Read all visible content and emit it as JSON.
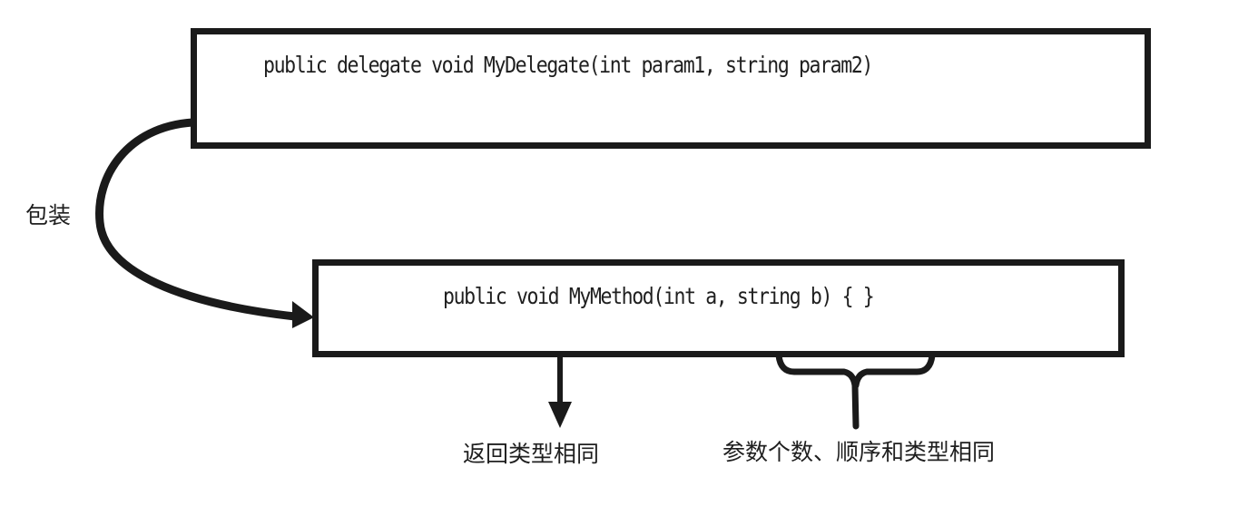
{
  "diagram": {
    "delegate_box": {
      "code": "public delegate void MyDelegate(int param1, string param2)"
    },
    "method_box": {
      "code": "public void MyMethod(int a, string b) { }"
    },
    "wrap_arrow": {
      "label": "包装"
    },
    "return_type_annotation": {
      "label": "返回类型相同"
    },
    "parameters_annotation": {
      "label": "参数个数、顺序和类型相同"
    },
    "colors": {
      "stroke": "#1a1a1a",
      "text": "#1f1f1f",
      "background": "#ffffff"
    }
  }
}
